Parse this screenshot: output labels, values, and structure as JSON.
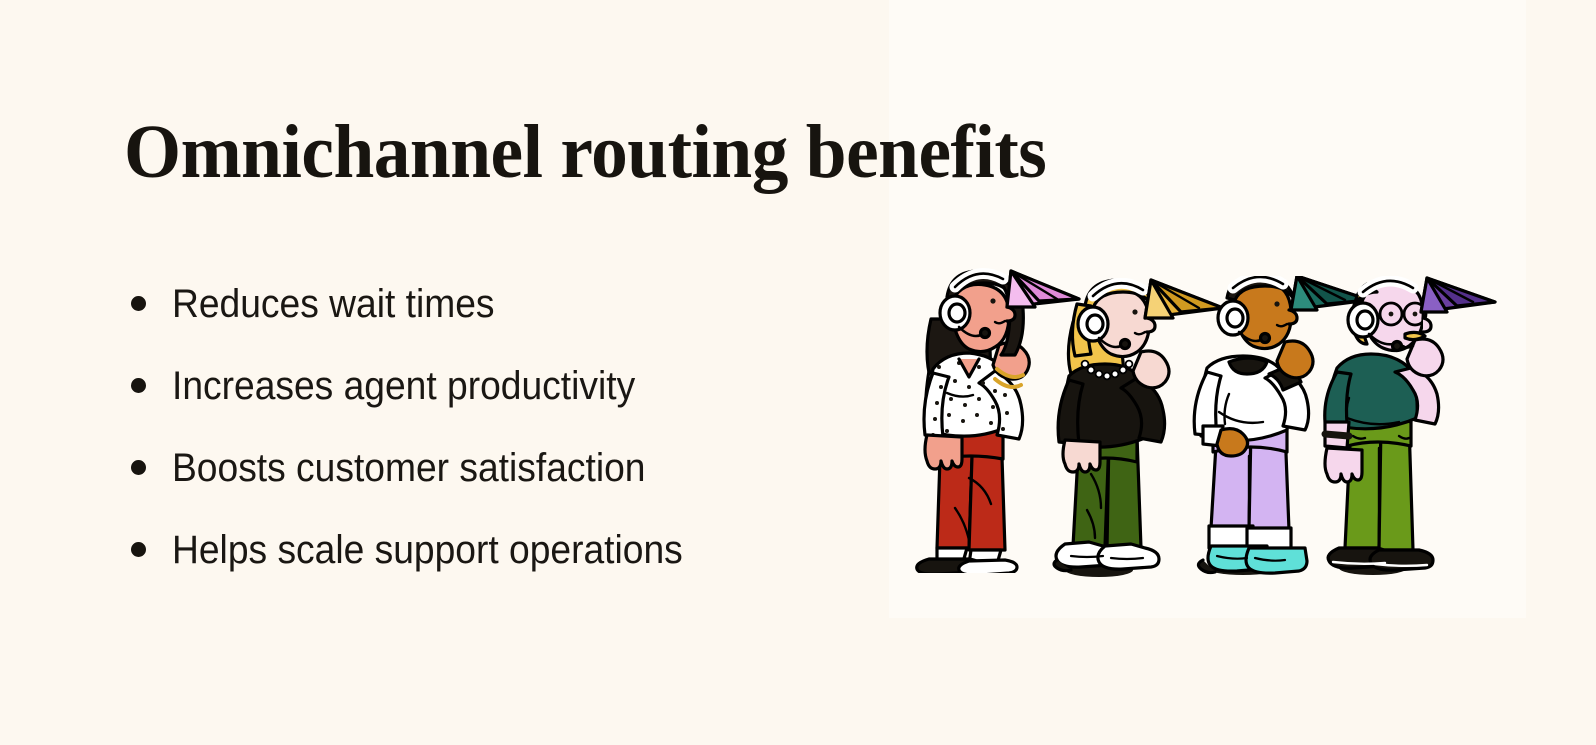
{
  "page": {
    "background_color": "#FDF8F0",
    "panel_color": "#FEFBF6",
    "text_color": "#17140F"
  },
  "header": {
    "title": "Omnichannel routing benefits"
  },
  "benefits": {
    "bullet_color": "#17140F",
    "items": [
      {
        "label": "Reduces wait times"
      },
      {
        "label": "Increases agent productivity"
      },
      {
        "label": "Boosts customer satisfaction"
      },
      {
        "label": "Helps scale support operations"
      }
    ]
  },
  "illustration": {
    "description": "Four support agents wearing headsets, each holding a paper airplane",
    "outline_color": "#000000",
    "figures": [
      {
        "name": "agent-one",
        "hair_color": "#1C1712",
        "skin_color": "#F2A08C",
        "top_color": "#FFFFFF",
        "top_pattern": "polka-dots",
        "pants_color": "#BC2A18",
        "shoes_color": "#1C1712",
        "headset_color": "#FFFFFF",
        "plane_color": "#E79CE0",
        "accessory": "gold-bracelet"
      },
      {
        "name": "agent-two",
        "hair_color": "#F2C44B",
        "skin_color": "#F7D9D2",
        "top_color": "#17140F",
        "top_pattern": "solid",
        "pants_color": "#3F6414",
        "shoes_color": "#FFFFFF",
        "headset_color": "#FFFFFF",
        "plane_color": "#E8B33A",
        "accessory": "pearl-necklace"
      },
      {
        "name": "agent-three",
        "hair_color": "#1C1712",
        "skin_color": "#C8791C",
        "top_color": "#FFFFFF",
        "top_pattern": "solid",
        "pants_color": "#D3B4F2",
        "shoes_color": "#5FE0D8",
        "headset_color": "#FFFFFF",
        "plane_color": "#1A6B5E",
        "accessory": "black-collar"
      },
      {
        "name": "agent-four",
        "hair_color": "#F2C44B",
        "skin_color": "#F6D7EC",
        "top_color": "#1D5F54",
        "top_pattern": "solid",
        "pants_color": "#6A9A1A",
        "shoes_color": "#17140F",
        "headset_color": "#FFFFFF",
        "plane_color": "#6B3FA0",
        "accessory": "glasses-and-mustache"
      }
    ]
  }
}
